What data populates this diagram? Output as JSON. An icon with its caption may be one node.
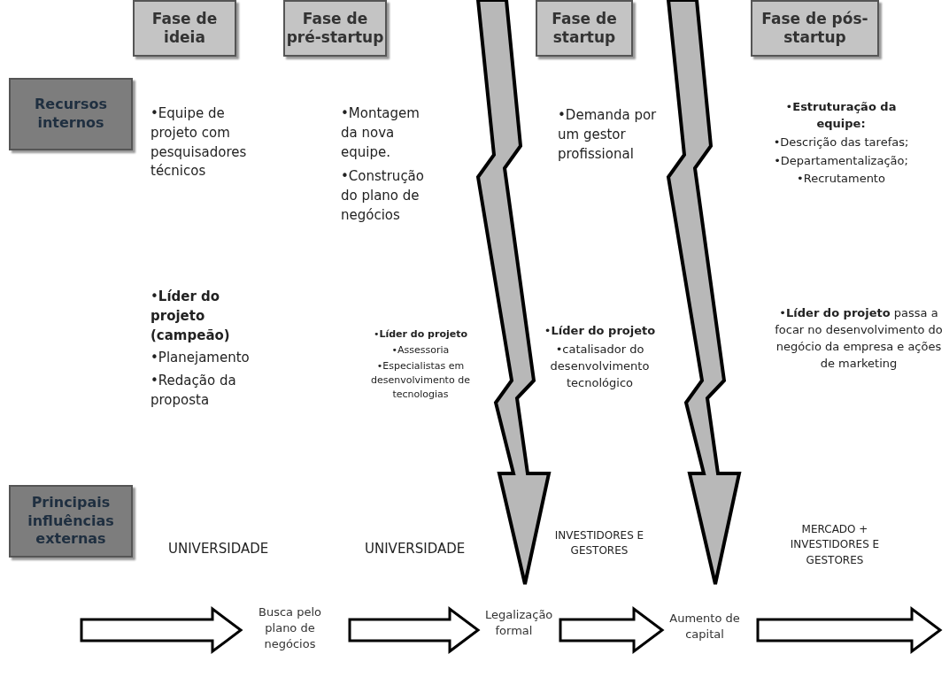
{
  "diagram": {
    "nodes": [
      {
        "text": [
          "Fase de ideia"
        ]
      },
      {
        "text": [
          "Fase de pré-startup"
        ]
      },
      {
        "text": [
          "Fase de startup"
        ]
      },
      {
        "text": [
          "Fase de pós-startup"
        ]
      },
      {
        "text": [
          "Recursos internos"
        ]
      },
      {
        "text": [
          "Principais influências externas"
        ]
      },
      {
        "text": [
          "Busca pelo plano de negócios"
        ]
      },
      {
        "text": [
          "Legalização formal"
        ]
      },
      {
        "text": [
          "Aumento de capital"
        ]
      }
    ],
    "edges": [
      {
        "from": null,
        "to": 6,
        "arrow": "to"
      },
      {
        "from": 6,
        "to": 7,
        "arrow": "to"
      },
      {
        "from": 7,
        "to": 8,
        "arrow": "to"
      },
      {
        "from": 8,
        "to": null,
        "arrow": "to"
      }
    ],
    "labels": [
      "•Equipe de projeto com pesquisadores técnicos",
      "•Montagem da nova equipe.",
      "•Construção do plano de negócios",
      "•Demanda por um gestor profissional",
      "•**Estruturação da equipe:**",
      "•Descrição das tarefas;",
      "•Departamentalização;",
      "•Recrutamento",
      "•**Líder do projeto (campeão)**",
      "•Planejamento",
      "•Redação da proposta",
      "•**Líder do projeto**",
      "•Assessoria",
      "•Especialistas em desenvolvimento de tecnologias",
      "•**Líder do projeto**",
      "•catalisador do desenvolvimento tecnológico",
      "•**Líder do projeto** passa a focar no desenvolvimento do negócio da empresa e ações de marketing",
      "UNIVERSIDADE",
      "UNIVERSIDADE",
      "INVESTIDORES E GESTORES",
      "MERCADO + INVESTIDORES E GESTORES"
    ]
  }
}
